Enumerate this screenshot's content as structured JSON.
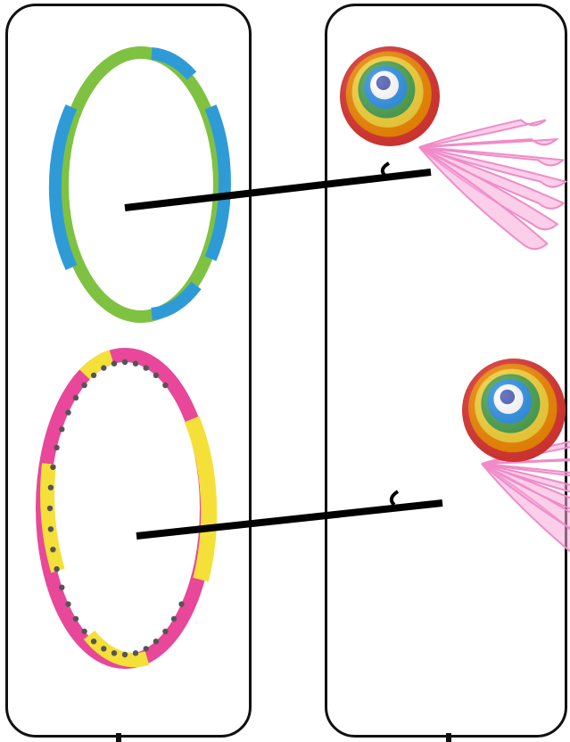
{
  "worksheet": {
    "left_items": [
      {
        "name": "hula-hoop-green-blue",
        "colors": [
          "#7fc241",
          "#2f9bd6"
        ]
      },
      {
        "name": "hula-hoop-pink-yellow",
        "colors": [
          "#e8479a",
          "#f5e03a"
        ]
      }
    ],
    "right_items": [
      {
        "name": "shuttlecock-rainbow-top"
      },
      {
        "name": "shuttlecock-rainbow-bottom"
      }
    ],
    "rainbow_colors": [
      "#e53935",
      "#fb8c00",
      "#fdd835",
      "#43a047",
      "#1e88e5",
      "#ffffff",
      "#3949ab"
    ],
    "feather_color": "#f7a8d8",
    "line_color": "#000000"
  }
}
